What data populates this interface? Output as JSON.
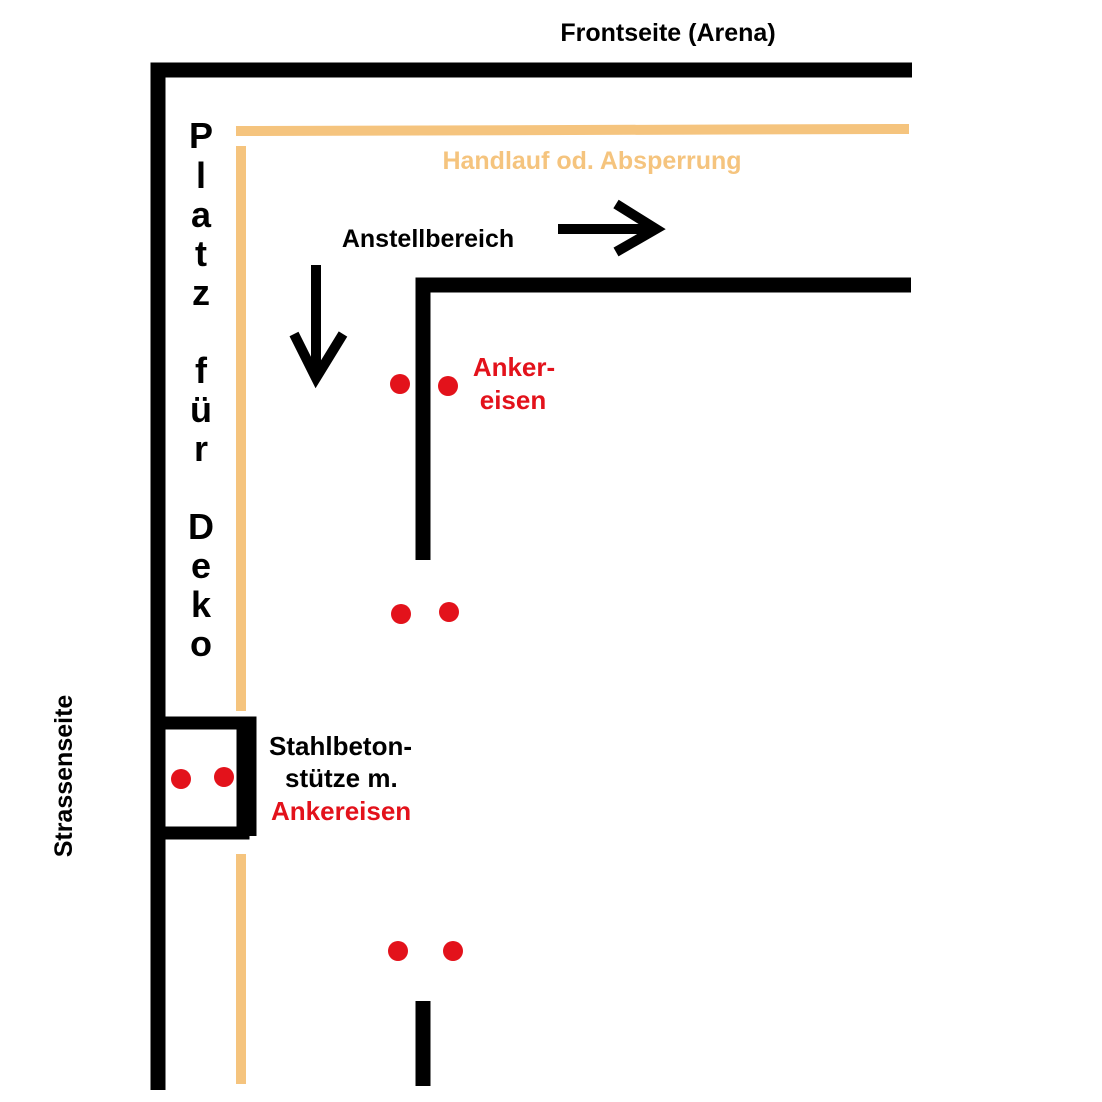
{
  "colors": {
    "wall": "#000000",
    "railing": "#f5c47e",
    "anchor": "#e3121b",
    "background": "#ffffff"
  },
  "labels": {
    "front": "Frontseite (Arena)",
    "street": "Strassenseite",
    "railing": "Handlauf od. Absperrung",
    "queue": "Anstellbereich",
    "deco_letters": [
      "P",
      "l",
      "a",
      "t",
      "z",
      "f",
      "ü",
      "r",
      "D",
      "e",
      "k",
      "o"
    ],
    "anchor_line1": "Anker-",
    "anchor_line2": "eisen",
    "column_line1": "Stahlbeton-",
    "column_line2": "stütze m.",
    "column_line3": "Ankereisen"
  },
  "icons": {
    "queue_arrow_right": "arrow-right-icon",
    "queue_arrow_down": "arrow-down-icon"
  }
}
